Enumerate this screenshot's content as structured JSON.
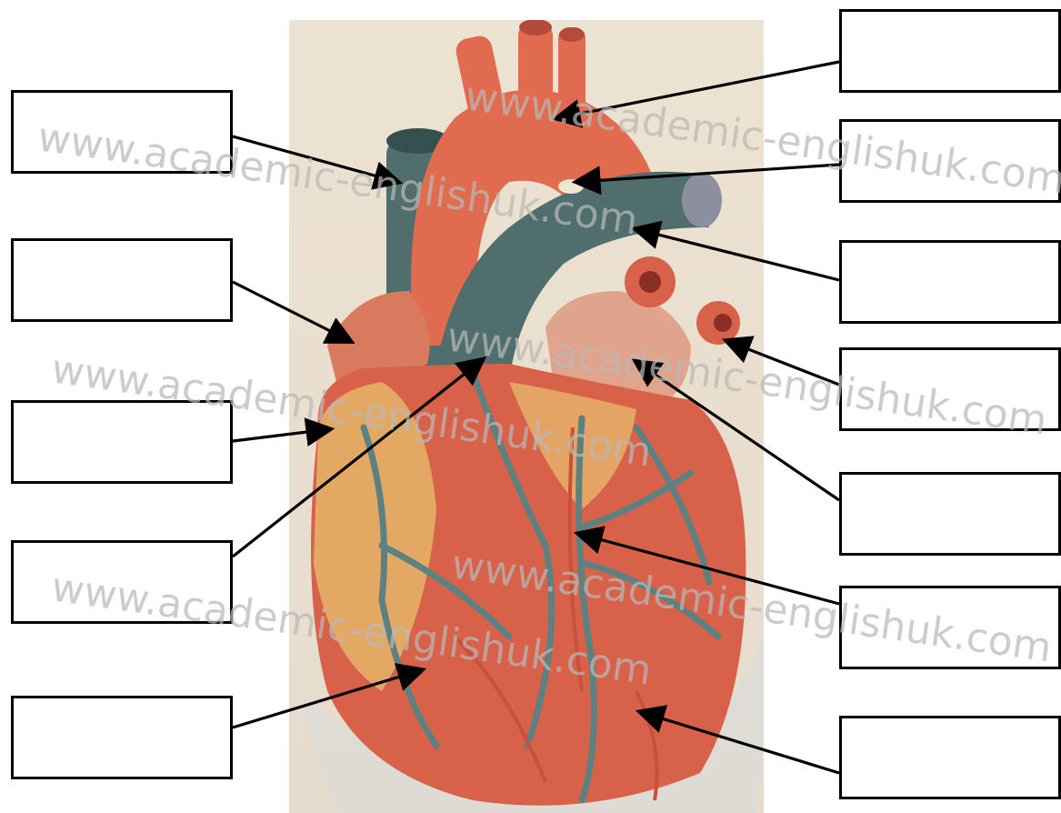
{
  "diagram": {
    "label_boxes_left": [
      {
        "id": "L1",
        "text": ""
      },
      {
        "id": "L2",
        "text": ""
      },
      {
        "id": "L3",
        "text": ""
      },
      {
        "id": "L4",
        "text": ""
      },
      {
        "id": "L5",
        "text": ""
      }
    ],
    "label_boxes_right": [
      {
        "id": "R1",
        "text": ""
      },
      {
        "id": "R2",
        "text": ""
      },
      {
        "id": "R3",
        "text": ""
      },
      {
        "id": "R4",
        "text": ""
      },
      {
        "id": "R5",
        "text": ""
      },
      {
        "id": "R6",
        "text": ""
      },
      {
        "id": "R7",
        "text": ""
      }
    ],
    "watermark": "www.academic-englishuk.com",
    "colors": {
      "muscle": "#d8614a",
      "vessel": "#4f6e6d",
      "fat": "#e6b56a",
      "artery": "#e06b4e",
      "background": "#ebe0cf"
    }
  }
}
